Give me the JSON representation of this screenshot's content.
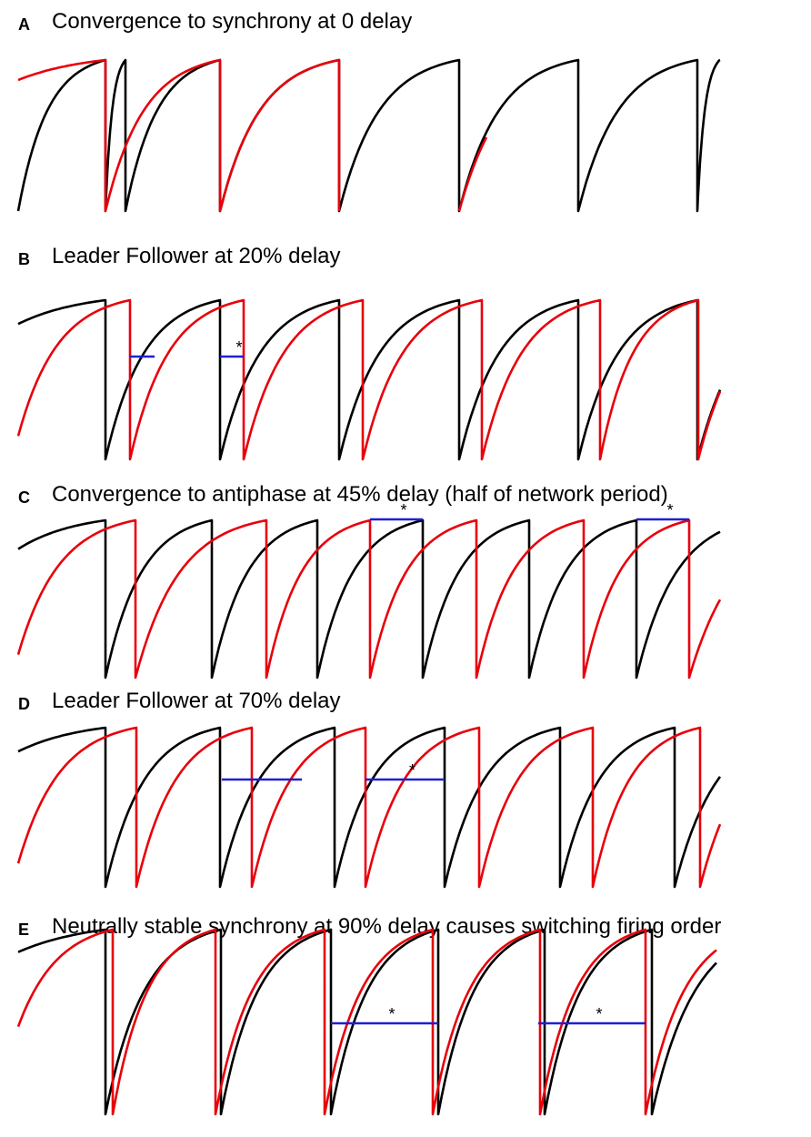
{
  "colors": {
    "neuron_a": "#000000",
    "neuron_b": "#e8000b",
    "interval_bar": "#1f1fcf"
  },
  "interval_marker_label": "*",
  "panels": [
    {
      "letter": "A",
      "title": "Convergence to synchrony at 0 delay"
    },
    {
      "letter": "B",
      "title": "Leader Follower at 20% delay"
    },
    {
      "letter": "C",
      "title": "Convergence to antiphase at 45% delay (half of network period)"
    },
    {
      "letter": "D",
      "title": "Leader Follower at 70% delay"
    },
    {
      "letter": "E",
      "title": "Neutrally stable synchrony at 90% delay causes switching firing order"
    }
  ]
}
